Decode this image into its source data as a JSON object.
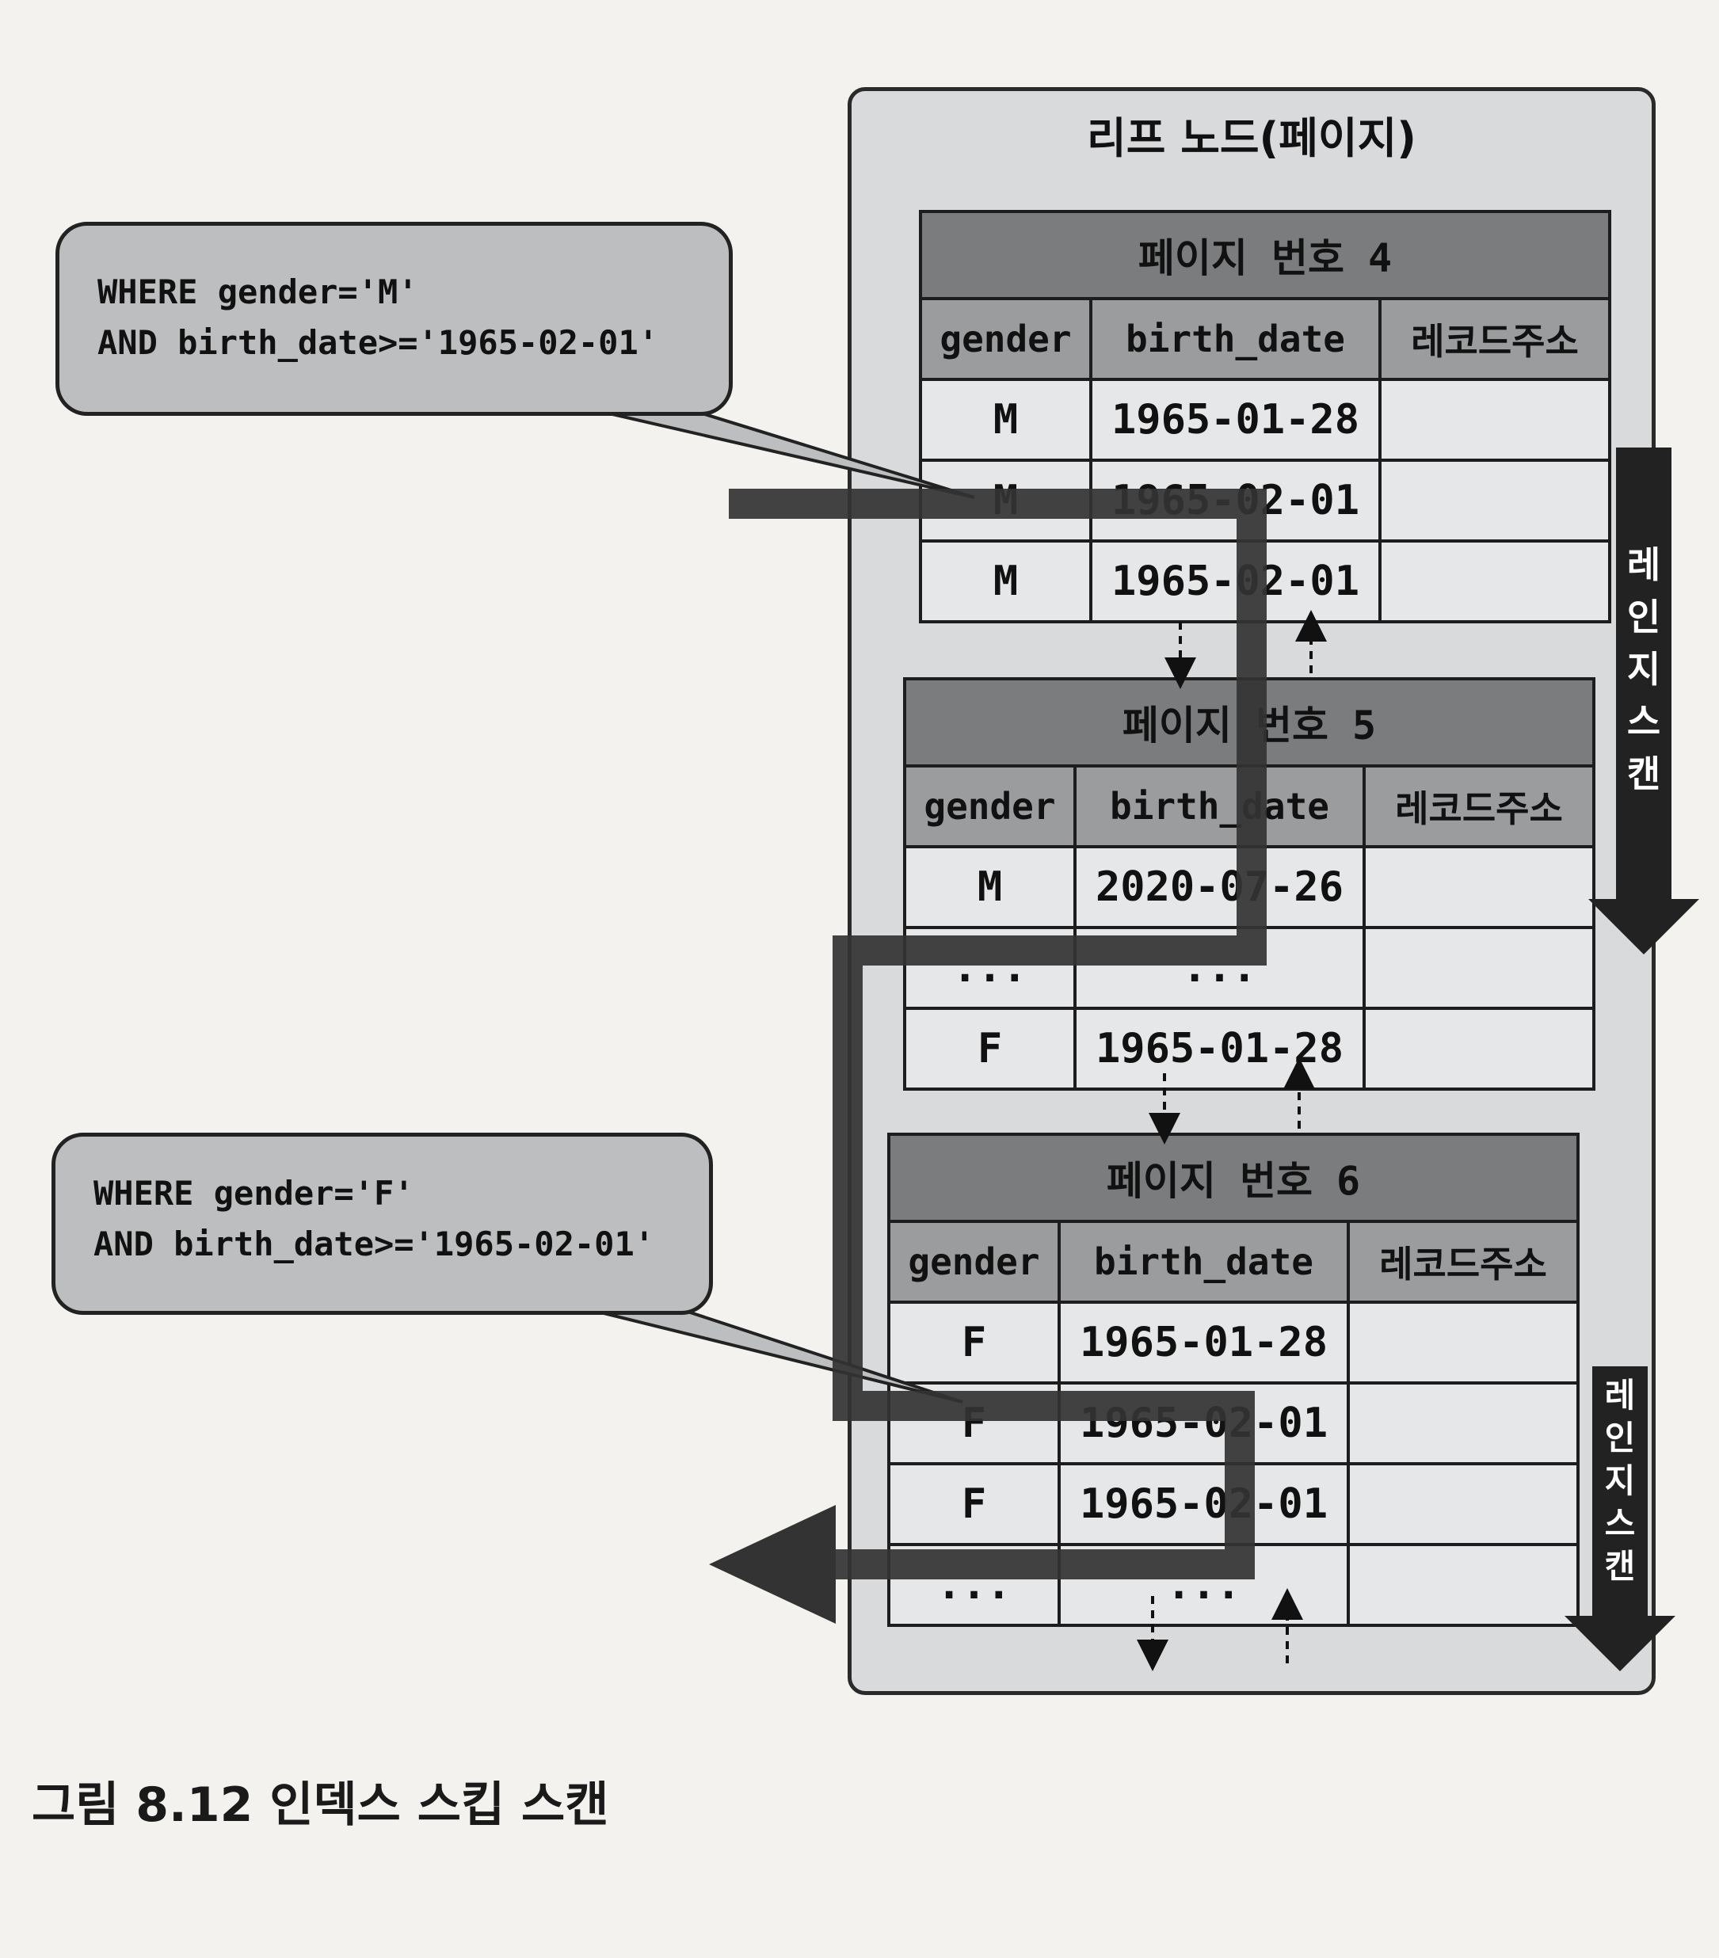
{
  "leaf_title": "리프 노드(페이지)",
  "columns": [
    "gender",
    "birth_date",
    "레코드주소"
  ],
  "pages": [
    {
      "title": "페이지 번호 4",
      "rows": [
        {
          "gender": "M",
          "birth_date": "1965-01-28",
          "addr": ""
        },
        {
          "gender": "M",
          "birth_date": "1965-02-01",
          "addr": ""
        },
        {
          "gender": "M",
          "birth_date": "1965-02-01",
          "addr": ""
        }
      ]
    },
    {
      "title": "페이지 번호 5",
      "rows": [
        {
          "gender": "M",
          "birth_date": "2020-07-26",
          "addr": ""
        },
        {
          "gender": "...",
          "birth_date": "...",
          "addr": ""
        },
        {
          "gender": "F",
          "birth_date": "1965-01-28",
          "addr": ""
        }
      ]
    },
    {
      "title": "페이지 번호 6",
      "rows": [
        {
          "gender": "F",
          "birth_date": "1965-01-28",
          "addr": ""
        },
        {
          "gender": "F",
          "birth_date": "1965-02-01",
          "addr": ""
        },
        {
          "gender": "F",
          "birth_date": "1965-02-01",
          "addr": ""
        },
        {
          "gender": "...",
          "birth_date": "...",
          "addr": ""
        }
      ]
    }
  ],
  "callouts": [
    {
      "line1": "WHERE gender='M'",
      "line2": "AND birth_date>='1965-02-01'"
    },
    {
      "line1": "WHERE gender='F'",
      "line2": "AND birth_date>='1965-02-01'"
    }
  ],
  "range_scans": [
    {
      "label": "레인지 스캔"
    },
    {
      "label": "레인지 스캔"
    }
  ],
  "caption": "그림 8.12 인덱스 스킵 스캔",
  "colors": {
    "header": "#7a7c7e",
    "column_header": "#9a9c9e",
    "cell": "#e6e7e8",
    "panel": "#d9dadb",
    "path": "#333333"
  }
}
